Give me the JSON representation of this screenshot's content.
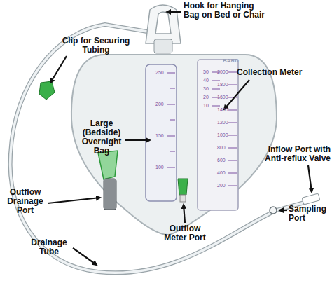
{
  "diagram": {
    "labels": [
      "Hook for Hanging Bag on Bed or Chair",
      "Clip for Securing Tubing",
      "Collection Meter",
      "Large (Bedside) Overnight Bag",
      "Outflow Drainage Port",
      "Inflow Port with Anti-reflux Valve",
      "Sampling Port",
      "Outflow Meter Port",
      "Drainage Tube",
      "BARD",
      "250",
      "200",
      "150",
      "100",
      "50",
      "40",
      "30",
      "20",
      "10",
      "2000",
      "1800",
      "1600",
      "1400",
      "1200",
      "1000",
      "800",
      "600",
      "400",
      "200"
    ]
  }
}
